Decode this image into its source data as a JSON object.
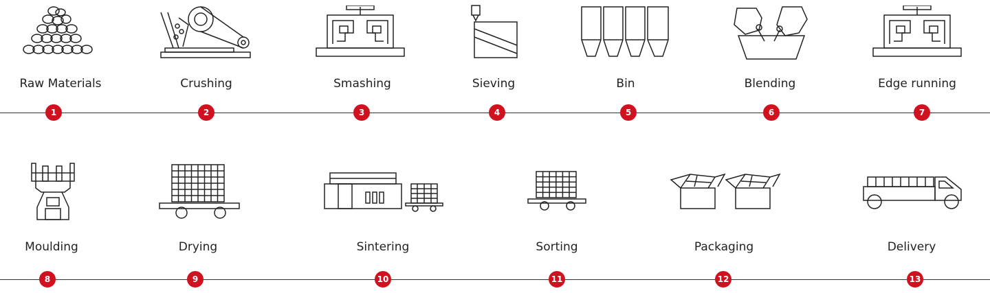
{
  "accent_color": "#d0111f",
  "steps": [
    {
      "number": "1",
      "label": "Raw Materials",
      "icon": "raw-materials-icon"
    },
    {
      "number": "2",
      "label": "Crushing",
      "icon": "crusher-icon"
    },
    {
      "number": "3",
      "label": "Smashing",
      "icon": "smashing-machine-icon"
    },
    {
      "number": "4",
      "label": "Sieving",
      "icon": "sieve-icon"
    },
    {
      "number": "5",
      "label": "Bin",
      "icon": "bins-icon"
    },
    {
      "number": "6",
      "label": "Blending",
      "icon": "blending-icon"
    },
    {
      "number": "7",
      "label": "Edge running",
      "icon": "edge-runner-icon"
    },
    {
      "number": "8",
      "label": "Moulding",
      "icon": "press-icon"
    },
    {
      "number": "9",
      "label": "Drying",
      "icon": "drying-cart-icon"
    },
    {
      "number": "10",
      "label": "Sintering",
      "icon": "kiln-icon"
    },
    {
      "number": "11",
      "label": "Sorting",
      "icon": "sorting-cart-icon"
    },
    {
      "number": "12",
      "label": "Packaging",
      "icon": "boxes-icon"
    },
    {
      "number": "13",
      "label": "Delivery",
      "icon": "truck-icon"
    }
  ]
}
